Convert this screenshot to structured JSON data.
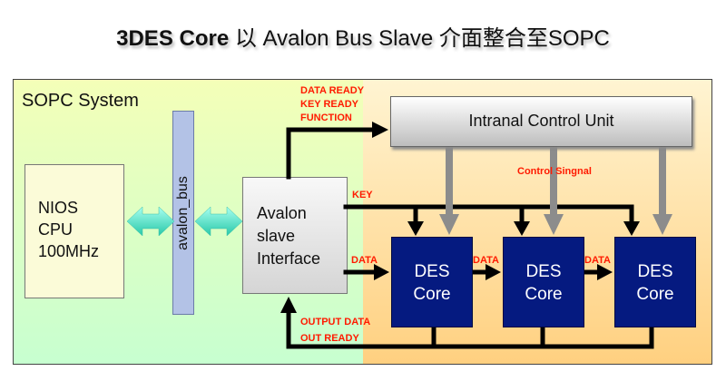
{
  "title": {
    "bold": "3DES Core",
    "rest": " 以 Avalon Bus Slave 介面整合至SOPC"
  },
  "sopc_label": "SOPC System",
  "nios": {
    "line1": "NIOS",
    "line2": "CPU",
    "line3": "100MHz"
  },
  "bus_label": "avalon_bus",
  "avalon": {
    "line1": "Avalon",
    "line2": "slave",
    "line3": "Interface"
  },
  "control_unit": "Intranal Control Unit",
  "des_cores": [
    {
      "line1": "DES",
      "line2": "Core"
    },
    {
      "line1": "DES",
      "line2": "Core"
    },
    {
      "line1": "DES",
      "line2": "Core"
    }
  ],
  "labels": {
    "data_ready": "DATA READY",
    "key_ready": "KEY READY",
    "function": "FUNCTION",
    "control_signal": "Control Singnal",
    "key": "KEY",
    "data_1": "DATA",
    "data_2": "DATA",
    "data_3": "DATA",
    "output_data": "OUTPUT DATA",
    "out_ready": "OUT READY"
  }
}
